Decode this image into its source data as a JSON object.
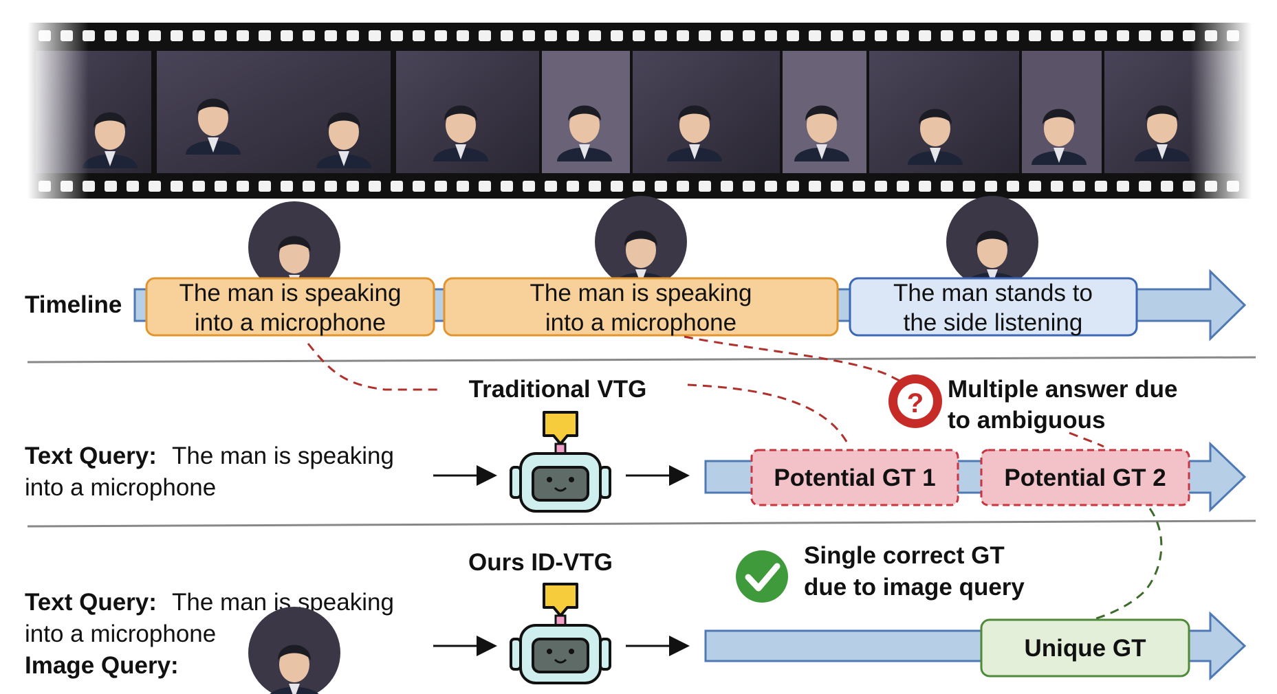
{
  "timeline": {
    "label": "Timeline",
    "segments": [
      {
        "line1": "The man is speaking",
        "line2": "into a microphone"
      },
      {
        "line1": "The man is speaking",
        "line2": "into a microphone"
      },
      {
        "line1": "The man stands to",
        "line2": "the side listening"
      }
    ]
  },
  "traditional": {
    "title": "Traditional VTG",
    "query_label": "Text Query:",
    "query_text_line1": " The man is speaking",
    "query_text_line2": "into a microphone",
    "gt1": "Potential GT 1",
    "gt2": "Potential GT 2",
    "note_line1": "Multiple answer due",
    "note_line2": "to ambiguous",
    "note_icon": "question-icon"
  },
  "ours": {
    "title": "Ours ID-VTG",
    "query_label": "Text Query:",
    "query_text_line1": " The man is speaking",
    "query_text_line2": "into a microphone",
    "image_query_label": "Image Query:",
    "gt": "Unique GT",
    "note_line1": "Single correct GT",
    "note_line2": "due to image query",
    "note_icon": "check-icon"
  },
  "colors": {
    "arrow_fill": "#b7cfe6",
    "arrow_stroke": "#4f79b4",
    "orange_box": "#f8d19a",
    "orange_stroke": "#e0952e",
    "blue_box": "#dbe6f6",
    "blue_stroke": "#3d66b5",
    "pink_box": "#f3c2c9",
    "pink_stroke": "#c8343f",
    "green_box": "#e3efd9",
    "green_stroke": "#4f8a3a",
    "red_dash": "#b0302c",
    "green_dash": "#3c6b2c",
    "question_red": "#c62b27",
    "check_green": "#3e9a3a"
  }
}
